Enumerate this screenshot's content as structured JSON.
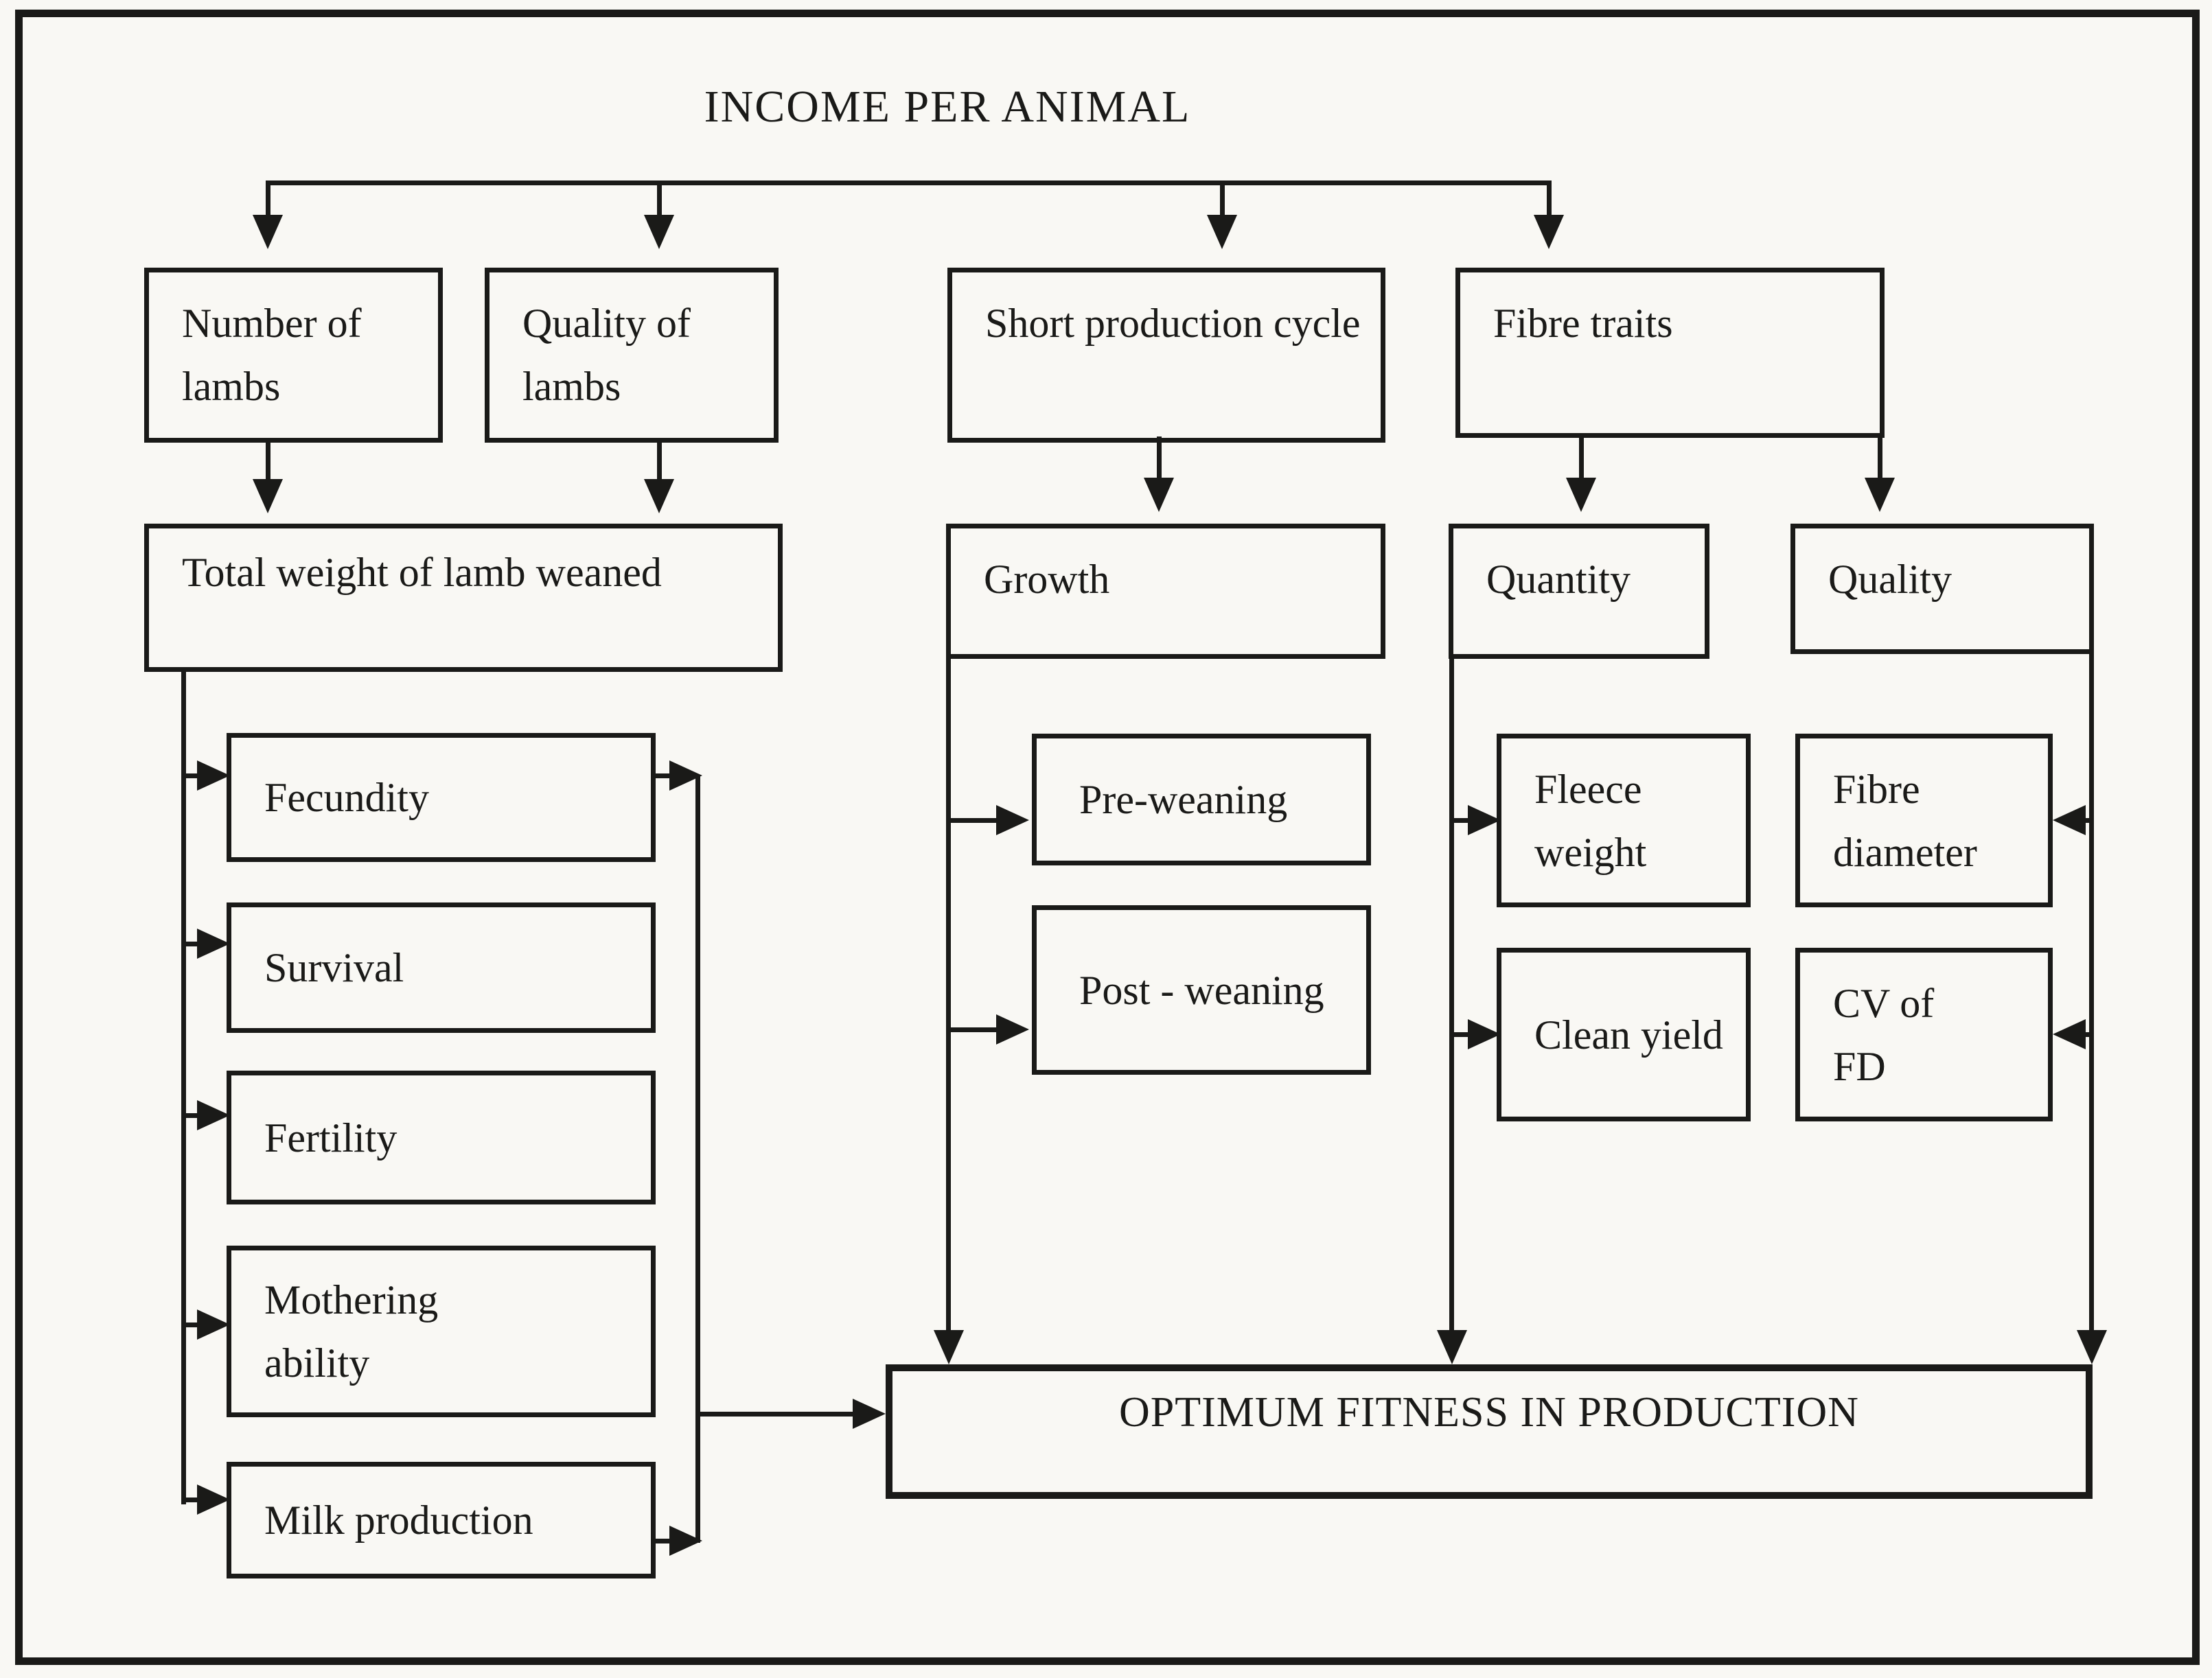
{
  "diagram": {
    "title": "INCOME PER ANIMAL",
    "nodes": {
      "number_of_lambs": {
        "label": "Number of lambs"
      },
      "quality_of_lambs": {
        "label": "Quality of lambs"
      },
      "short_production_cycle": {
        "label": "Short production cycle"
      },
      "fibre_traits": {
        "label": "Fibre traits"
      },
      "total_weight": {
        "label": "Total weight of lamb weaned"
      },
      "growth": {
        "label": "Growth"
      },
      "quantity": {
        "label": "Quantity"
      },
      "quality": {
        "label": "Quality"
      },
      "fecundity": {
        "label": "Fecundity"
      },
      "survival": {
        "label": "Survival"
      },
      "fertility": {
        "label": "Fertility"
      },
      "mothering_ability": {
        "label": "Mothering ability"
      },
      "milk_production": {
        "label": "Milk production"
      },
      "pre_weaning": {
        "label": "Pre-weaning"
      },
      "post_weaning": {
        "label": "Post - weaning"
      },
      "fleece_weight": {
        "label": "Fleece weight"
      },
      "clean_yield": {
        "label": "Clean yield"
      },
      "fibre_diameter": {
        "label": "Fibre diameter"
      },
      "cv_of_fd": {
        "label": "CV of FD"
      },
      "optimum_fitness": {
        "label": "OPTIMUM FITNESS IN PRODUCTION"
      }
    },
    "edges": [
      {
        "from": "income_per_animal",
        "to": "number_of_lambs"
      },
      {
        "from": "income_per_animal",
        "to": "quality_of_lambs"
      },
      {
        "from": "income_per_animal",
        "to": "short_production_cycle"
      },
      {
        "from": "income_per_animal",
        "to": "fibre_traits"
      },
      {
        "from": "number_of_lambs",
        "to": "total_weight"
      },
      {
        "from": "quality_of_lambs",
        "to": "total_weight"
      },
      {
        "from": "short_production_cycle",
        "to": "growth"
      },
      {
        "from": "fibre_traits",
        "to": "quantity"
      },
      {
        "from": "fibre_traits",
        "to": "quality"
      },
      {
        "from": "total_weight",
        "to": "fecundity"
      },
      {
        "from": "total_weight",
        "to": "survival"
      },
      {
        "from": "total_weight",
        "to": "fertility"
      },
      {
        "from": "total_weight",
        "to": "mothering_ability"
      },
      {
        "from": "total_weight",
        "to": "milk_production"
      },
      {
        "from": "fecundity",
        "to": "optimum_fitness"
      },
      {
        "from": "milk_production",
        "to": "optimum_fitness"
      },
      {
        "from": "growth",
        "to": "pre_weaning"
      },
      {
        "from": "growth",
        "to": "post_weaning"
      },
      {
        "from": "growth",
        "to": "optimum_fitness"
      },
      {
        "from": "quantity",
        "to": "fleece_weight"
      },
      {
        "from": "quantity",
        "to": "clean_yield"
      },
      {
        "from": "quantity",
        "to": "optimum_fitness"
      },
      {
        "from": "quality",
        "to": "fibre_diameter"
      },
      {
        "from": "quality",
        "to": "cv_of_fd"
      },
      {
        "from": "quality",
        "to": "optimum_fitness"
      }
    ],
    "colors": {
      "ink": "#1a1a18",
      "background": "#f9f8f4"
    }
  }
}
